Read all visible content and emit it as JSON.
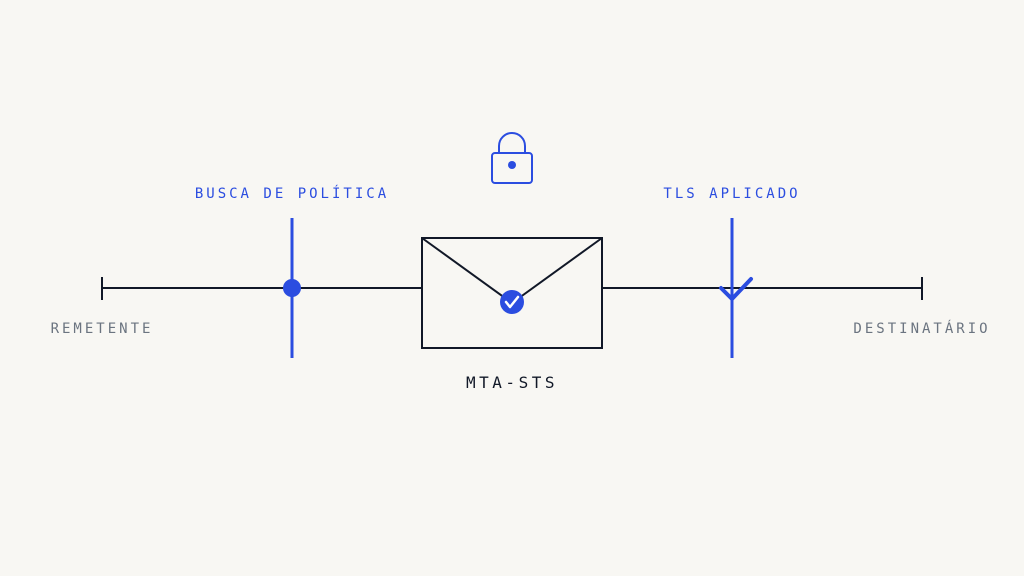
{
  "diagram": {
    "labels": {
      "sender": "REMETENTE",
      "recipient": "DESTINATÁRIO",
      "policy_lookup": "BUSCA DE POLÍTICA",
      "tls_enforced": "TLS APLICADO",
      "protocol": "MTA-STS"
    },
    "icons": {
      "lock": "lock-icon",
      "envelope": "envelope-icon",
      "check": "check-icon",
      "dot": "dot-icon"
    },
    "colors": {
      "background": "#f8f7f3",
      "line": "#111827",
      "accent": "#2b4de0",
      "muted": "#6b7480"
    }
  }
}
